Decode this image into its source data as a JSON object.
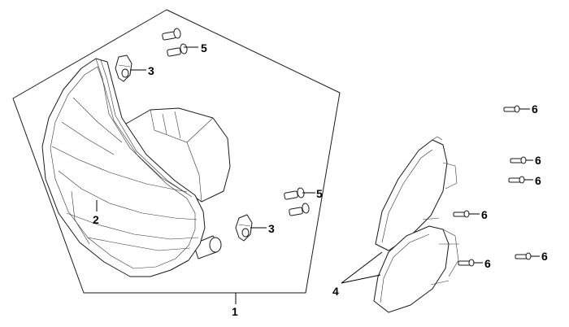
{
  "callouts": {
    "c1": "1",
    "c2": "2",
    "c3a": "3",
    "c3b": "3",
    "c4": "4",
    "c5a": "5",
    "c5b": "5",
    "c6a": "6",
    "c6b": "6",
    "c6c": "6",
    "c6d": "6",
    "c6e": "6",
    "c6f": "6"
  }
}
